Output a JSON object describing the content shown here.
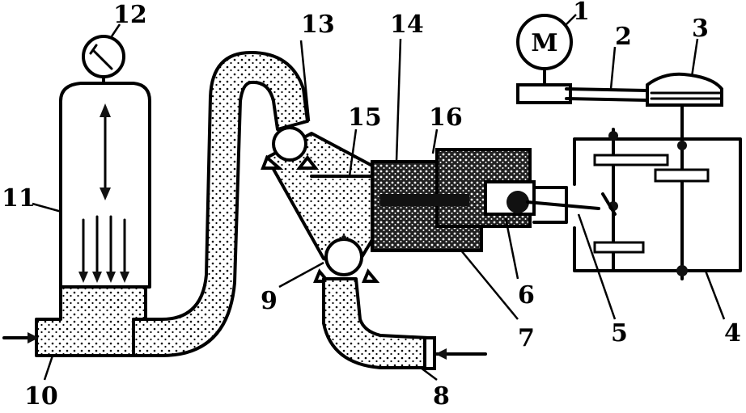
{
  "diagram": {
    "motor_label": "M",
    "labels": [
      "1",
      "2",
      "3",
      "4",
      "5",
      "6",
      "7",
      "8",
      "9",
      "10",
      "11",
      "12",
      "13",
      "14",
      "15",
      "16"
    ]
  }
}
